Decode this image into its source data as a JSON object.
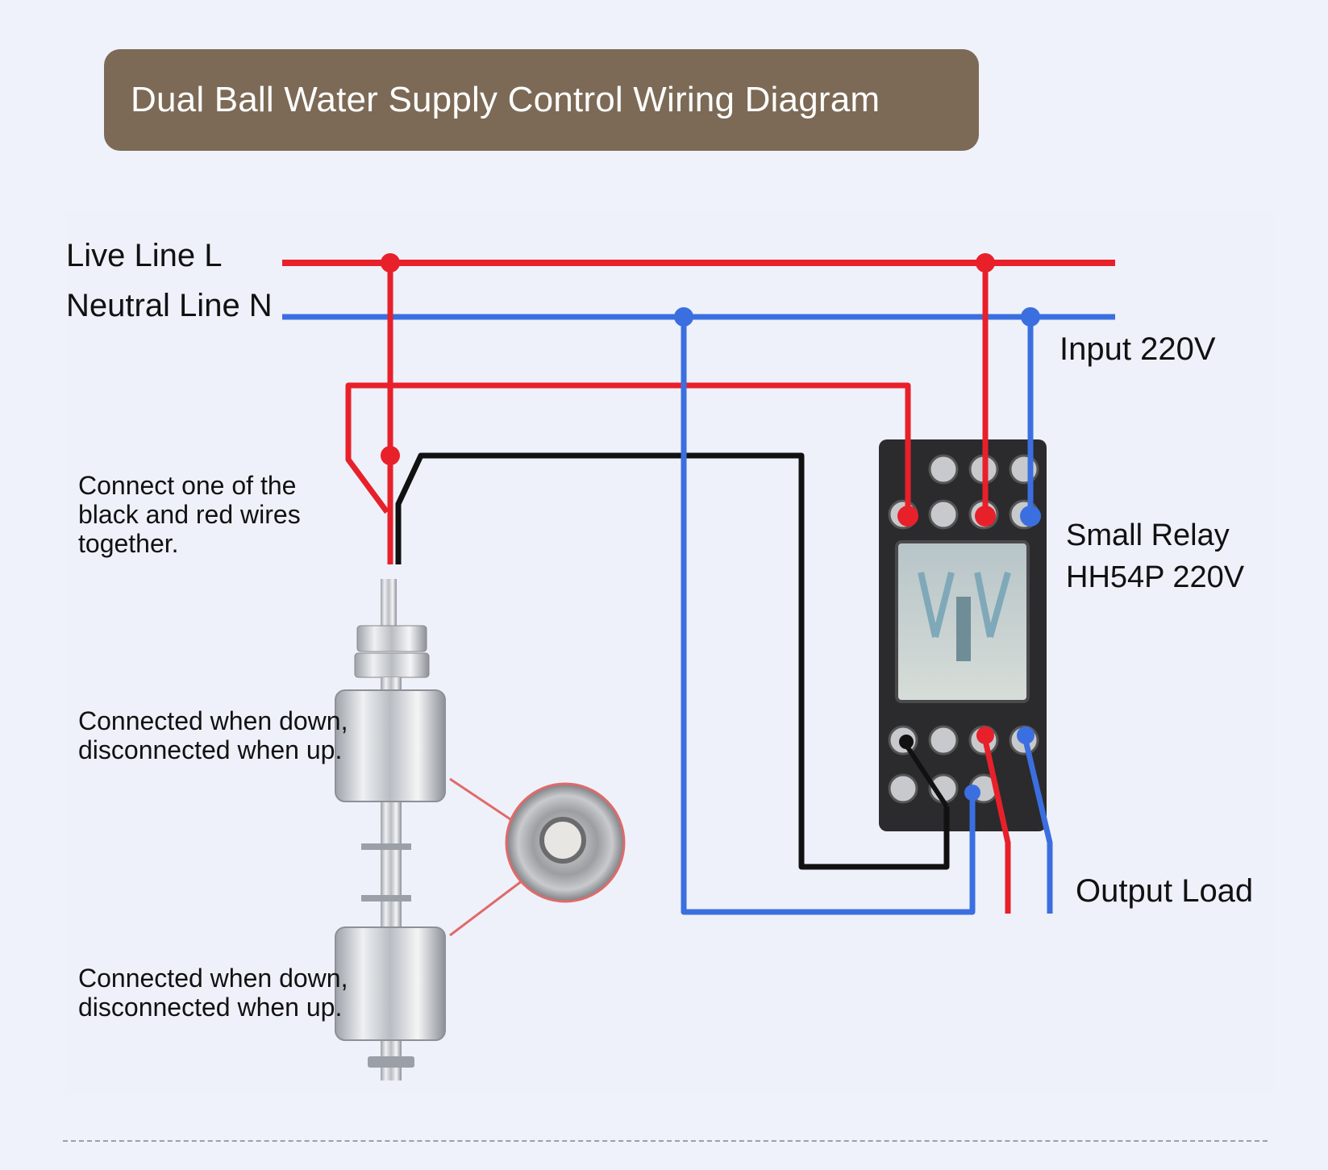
{
  "title": "Dual Ball Water Supply Control Wiring Diagram",
  "labels": {
    "live_line": "Live Line L",
    "neutral_line": "Neutral Line N",
    "input": "Input 220V",
    "relay_line1": "Small Relay",
    "relay_line2": "HH54P 220V",
    "output": "Output Load",
    "connect_note": "Connect one of the\nblack and red wires\ntogether.",
    "upper_float_note": "Connected when down,\ndisconnected when up.",
    "lower_float_note": "Connected when down,\ndisconnected when up."
  },
  "colors": {
    "banner": "#7c6a56",
    "live_wire": "#e8202a",
    "neutral_wire": "#3b6fe0",
    "signal_wire": "#111111",
    "background": "#eff2fb"
  }
}
